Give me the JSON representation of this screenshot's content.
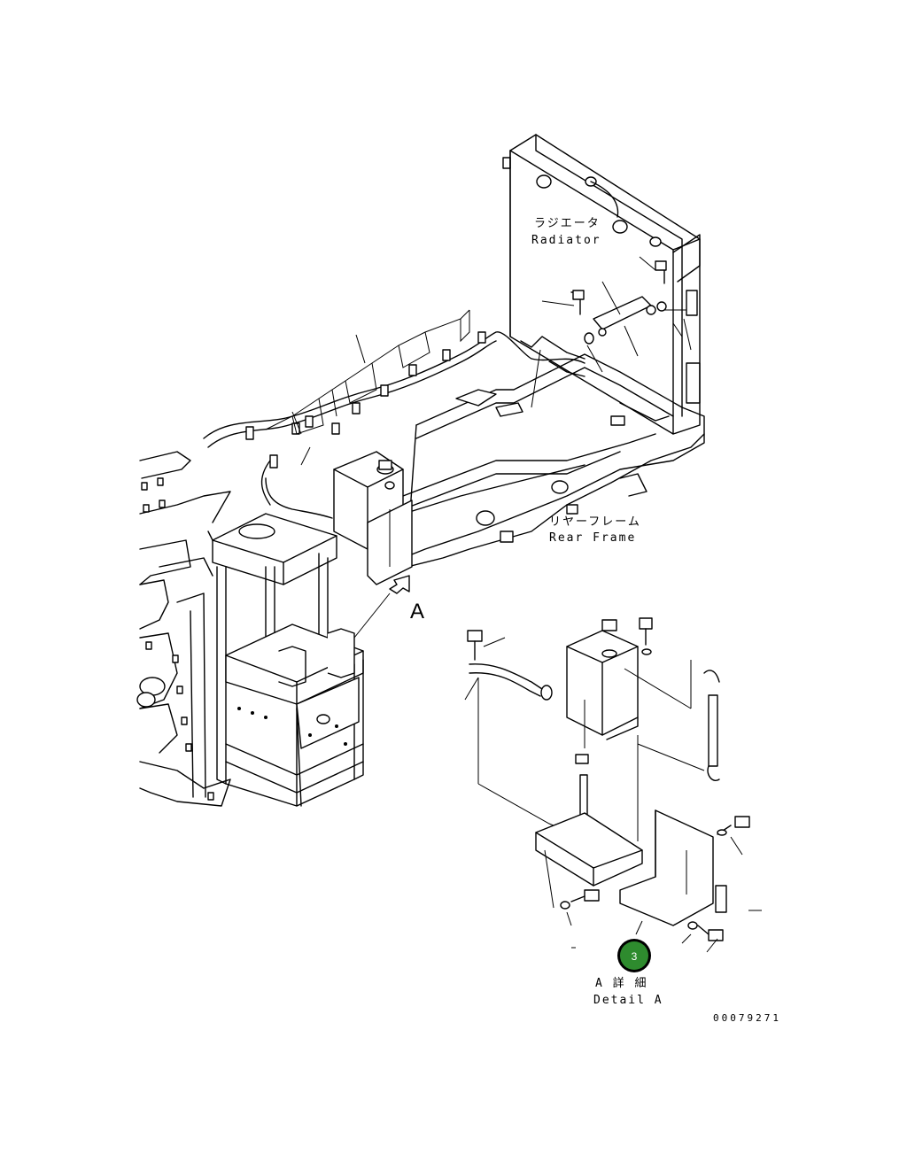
{
  "labels": {
    "radiator_jp": "ラジエータ",
    "radiator_en": "Radiator",
    "rear_frame_jp": "リヤーフレーム",
    "rear_frame_en": "Rear Frame",
    "view_arrow": "A",
    "detail_jp": "A 詳 細",
    "detail_en": "Detail A",
    "drawing_number": "00079271"
  },
  "callouts": [
    {
      "number": "3",
      "color": "#2e8b2e"
    }
  ],
  "colors": {
    "line": "#000000",
    "background": "#ffffff",
    "callout_fill": "#2e8b2e",
    "callout_ring": "#000000"
  }
}
